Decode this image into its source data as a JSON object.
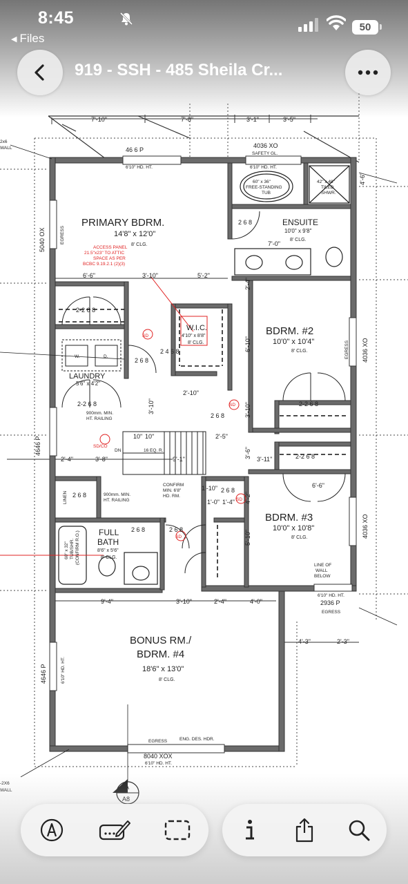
{
  "status_bar": {
    "time": "8:45",
    "back_app": "Files",
    "battery_level": "50"
  },
  "nav": {
    "title": "919 - SSH - 485 Sheila Cr..."
  },
  "plan": {
    "rooms": {
      "primary_name": "PRIMARY BDRM.",
      "primary_dims": "14'8\" x 12'0\"",
      "ensuite_name": "ENSUITE",
      "ensuite_dims": "10'0\" x 9'8\"",
      "wic_name": "W.I.C.",
      "wic_dims": "4'10\" x 8'8\"",
      "bdrm2_name": "BDRM. #2",
      "bdrm2_dims": "10'0\" x 10'4\"",
      "laundry_name": "LAUNDRY",
      "laundry_dims": "5'6\" x 4'2\"",
      "bdrm3_name": "BDRM. #3",
      "bdrm3_dims": "10'0\" x 10'8\"",
      "fullbath_name1": "FULL",
      "fullbath_name2": "BATH",
      "fullbath_dims": "8'6\" x 5'6\"",
      "bonus_name1": "BONUS RM./",
      "bonus_name2": "BDRM. #4",
      "bonus_dims": "18'6\" x 13'0\""
    },
    "labels": {
      "clg": "8' CLG.",
      "tub1": "60\" x 36\"",
      "tub2": "FREE-STANDING",
      "tub3": "TUB",
      "shower1": "42\" x 48\"",
      "shower2": "TILED",
      "shower3": "SHWR.",
      "access1": "ACCESS PANEL",
      "access2": "21.5\"x23\" TO ATTIC",
      "access3": "SPACE AS PER",
      "access4": "BCBC 9.19.2.1 (2)(3)",
      "railing1": "900mm. MIN.",
      "railing2": "HT. RAILING",
      "confirm1": "CONFIRM",
      "confirm2": "MIN. 6'8\"",
      "confirm3": "HD. RM.",
      "linen": "LINEN",
      "stairs": "16 EQ. R.",
      "dn": "DN",
      "line1": "LINE OF",
      "line2": "WALL",
      "line3": "BELOW",
      "egress": "EGRESS",
      "eng_hdr": "ENG. DES. HDR.",
      "sd": "SD",
      "sdco": "SD/CO",
      "wash": "W.",
      "dry": "D.",
      "tubshr1": "60\" x 32\"",
      "tubshr2": "TUB/SHR.",
      "tubshr3": "(CONFIRM R.O.)",
      "safety": "SAFETY GL.",
      "hdht": "6'10\" HD. HT.",
      "section_a": "A",
      "section_sheet": "A8",
      "wall_left": "2x6",
      "wall_left2": "WALL",
      "wall_bot": "-2X6",
      "wall_bot2": "WALL"
    },
    "windows": {
      "top_primary": "46 6 P",
      "top_ensuite": "4036 XO",
      "left_primary": "5040 OX",
      "right_bdrm2": "4036 XO",
      "left_mid": "4646 P",
      "right_bdrm3": "4036 XO",
      "bottom_bdrm3": "2936 P",
      "left_bonus": "4646 P",
      "bottom_bonus": "8040 XOX"
    },
    "dims": {
      "top": [
        "7'-10\"",
        "7'-8\"",
        "3'-1\"",
        "3'-5\""
      ],
      "primary_row": [
        "6'-6\"",
        "3'-10\"",
        "5'-2\""
      ],
      "door1": "2-2 6 8",
      "door2": "2 6 8",
      "door3": "2 4 6 8",
      "v1": "2'-4\"",
      "v2": "6'-10\"",
      "v3": "3'-10\"",
      "h1": "2'-10\"",
      "h2": "7'-0\"",
      "stair_row": [
        "10\"",
        "10\"",
        "2'-5\""
      ],
      "mid_left": [
        "2'-4\"",
        "3'-8\"",
        "9'-1\""
      ],
      "hall": [
        "1'-10\"",
        "1'-0\"",
        "1'-4\"",
        "4'-2\""
      ],
      "v4": "3'-6\"",
      "h3": "3'-11\"",
      "h4": "6'-6\"",
      "v5": "5'-10\"",
      "bottom_row": [
        "9'-4\"",
        "3'-10\"",
        "2'-4\"",
        "4'-0\""
      ],
      "right_row": [
        "4'-3\"",
        "2'-3\""
      ],
      "right_side": [
        "4'-6\""
      ]
    }
  },
  "toolbar": {
    "left_icons": [
      "markup-pen-icon",
      "signature-icon",
      "selection-icon"
    ],
    "right_icons": [
      "info-icon",
      "share-icon",
      "search-icon"
    ]
  }
}
